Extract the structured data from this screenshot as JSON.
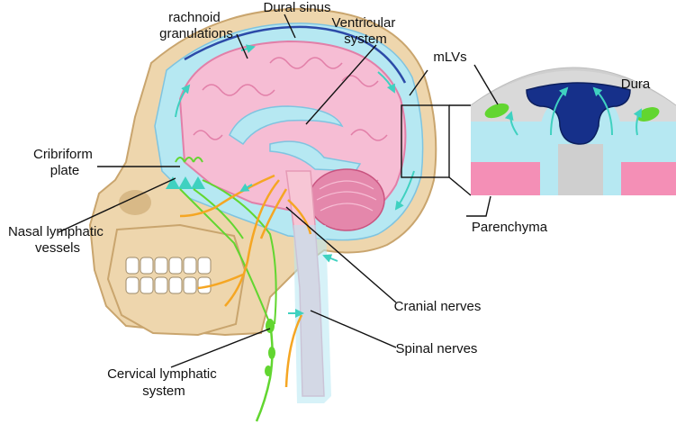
{
  "labels": {
    "arachnoid": [
      "rachnoid",
      "granulations"
    ],
    "dural_sinus": "Dural sinus",
    "ventricular": [
      "Ventricular",
      "system"
    ],
    "mlvs": "mLVs",
    "dura": "Dura",
    "cribriform": [
      "Cribriform",
      "plate"
    ],
    "parenchyma": "Parenchyma",
    "nasal": [
      "Nasal lymphatic",
      "vessels"
    ],
    "cranial": "Cranial nerves",
    "spinal": "Spinal nerves",
    "cervical": [
      "Cervical lymphatic",
      "system"
    ]
  },
  "colors": {
    "skull": "#eed6ad",
    "skull_dark": "#c9a56e",
    "csf": "#b6e8f2",
    "brain": "#f6bdd4",
    "brain_gyri": "#e27fa8",
    "cerebellum": "#e487ab",
    "dural_sinus": "#2c4aa8",
    "dura": "#d9d9d9",
    "parenchyma": "#f48fb6",
    "lymphatic": "#62d630",
    "nerves": "#f5a623",
    "flow_arrows": "#3fd1c0",
    "spinal_cord": "#f7c6d5"
  }
}
